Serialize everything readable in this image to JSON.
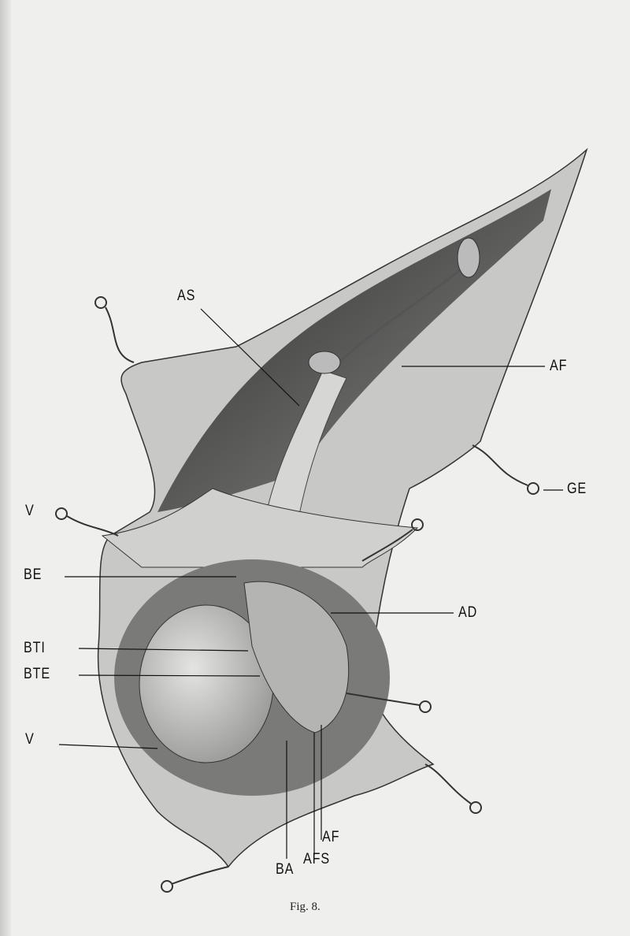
{
  "figure": {
    "caption": "Fig. 8.",
    "labels": {
      "as": "AS",
      "af_top": "AF",
      "ge": "GE",
      "v_top": "V",
      "be": "BE",
      "ad": "AD",
      "bti": "BTI",
      "bte": "BTE",
      "v_bottom": "V",
      "af_bottom": "AF",
      "afs": "AFS",
      "ba": "BA"
    }
  }
}
